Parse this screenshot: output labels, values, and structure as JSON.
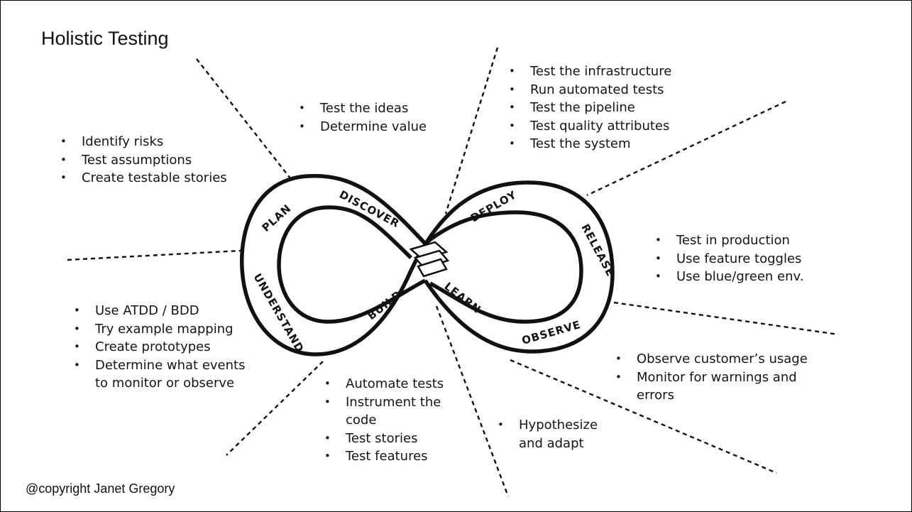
{
  "title": "Holistic Testing",
  "copyright": "@copyright Janet Gregory",
  "phases": {
    "plan": "PLAN",
    "discover": "DISCOVER",
    "deploy": "DEPLOY",
    "release": "RELEASE",
    "observe": "OBSERVE",
    "learn": "LEARN",
    "build": "BUILD",
    "understand": "UNDERSTAND"
  },
  "lists": {
    "plan": [
      "Identify risks",
      "Test assumptions",
      "Create testable stories"
    ],
    "discover": [
      "Test the ideas",
      "Determine value"
    ],
    "deploy": [
      "Test the infrastructure",
      "Run automated tests",
      "Test the pipeline",
      "Test quality attributes",
      "Test the system"
    ],
    "release": [
      "Test in production",
      "Use feature toggles",
      "Use blue/green env."
    ],
    "observe": [
      "Observe customer’s usage",
      "Monitor for warnings and",
      "errors"
    ],
    "learn": [
      "Hypothesize",
      "and adapt"
    ],
    "build": [
      "Automate tests",
      "Instrument the",
      "code",
      "Test stories",
      "Test features"
    ],
    "understand": [
      "Use ATDD / BDD",
      "Try example mapping",
      "Create prototypes",
      "Determine what events",
      "to monitor or observe"
    ]
  },
  "colors": {
    "ink": "#111111",
    "background": "#ffffff"
  }
}
